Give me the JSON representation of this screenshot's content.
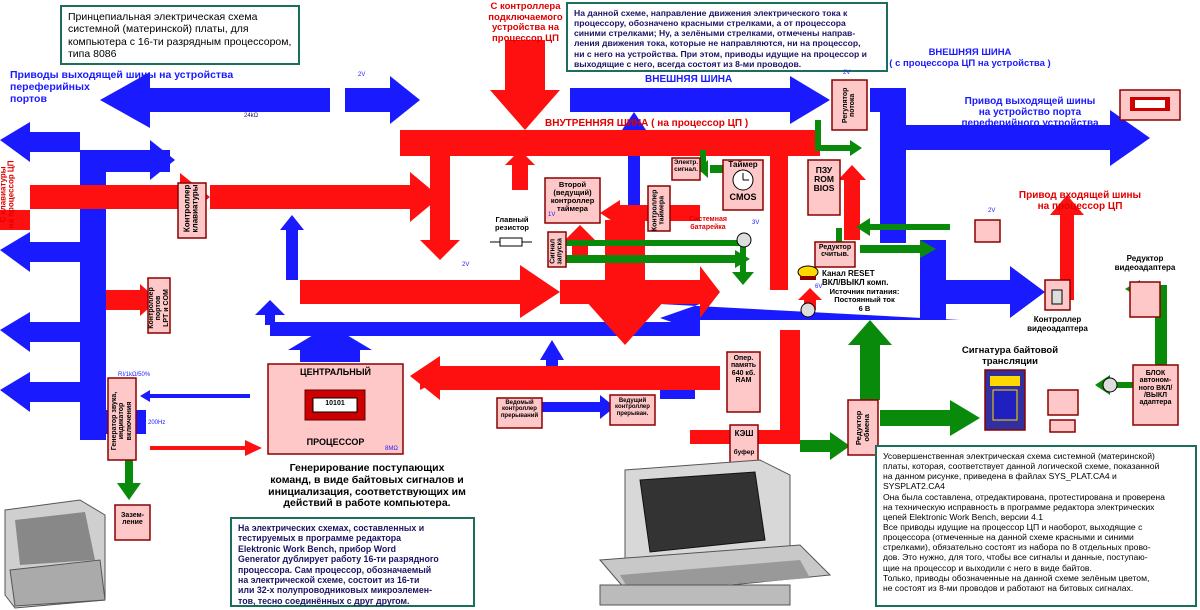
{
  "texts": {
    "title_box": "Принцепиальная электрическая схема\nсистемной (материнской) платы, для\nкомпьютера с 16-ти разрядным процессором,\nтипа 8086",
    "top_note": "На данной схеме, направление движения электрического тока к\nпроцессору, обозначено красными стрелками, а от процессора\nсиними стрелками; Ну, а зелёными стрелками, отмечены направ-\nления движения тока, которые не направляются, ни на процессор,\nни с него на устройства. При этом, приводы идущие на процессор и\nвыходящие с него, всегда состоят из 8-ми проводов.",
    "from_controller": "С контроллера\nподключаемого\nустройства на\nпроцессор ЦП",
    "out_bus_drives": "Приводы выходящей шины на устройства\nпереферийных\nпортов",
    "external_bus": "ВНЕШНЯЯ  ШИНА",
    "external_bus_right": "ВНЕШНЯЯ  ШИНА\n( с процессора ЦП на устройства )",
    "internal_bus": "ВНУТРЕННЯЯ          ШИНА   ( на процессор ЦП )",
    "out_bus_drive_right": "Привод выходящей шины\nна  устройство порта\nпереферийного  устройства",
    "in_bus_drive": "Привод входящей шины\nна процессор ЦП",
    "keyboard_side": "С клавиатуры\nна процессор ЦП",
    "keyboard_ctrl": "Контроллер\nклавиатуры",
    "lpt_ctrl": "Контроллер\nпортов\nLPT и COM",
    "second_timer": "Второй\n(ведущий)\nконтроллер\nтаймера",
    "timer_ctrl": "Контроллер\nтаймера",
    "electro_signal": "Электр.\nсигнал.",
    "timer_cmos": "Таймер",
    "cmos": "CMOS",
    "system_battery": "Системная\nбатарейка",
    "rom": "ПЗУ\nROM\nBIOS",
    "flow_regulator": "Регулятор\nпотока",
    "main_resistor": "Главный\nрезистор",
    "start_signal": "Сигнал\nзапуска",
    "reset_reducer": "Редуктор\nсчитыв.",
    "reset_channel": "Канал RESET\nВКЛ/ВЫКЛ комп.",
    "power_source": "Источник питания:\nПостоянный ток\n6 В",
    "video_reducer": "Редуктор\nвидеоадаптера",
    "video_ctrl": "Контроллер\nвидеоадаптера",
    "cpu_top": "ЦЕНТРАЛЬНЫЙ",
    "cpu_bottom": "ПРОЦЕССОР",
    "ram": "Опер.\nпамять\n640 кб.\nRAM",
    "cache": "КЭШ",
    "buffer": "буфер",
    "exchange_reducer": "Редуктор\nобмена",
    "byte_signature": "Сигнатура байтовой\nтрансляции",
    "power_block": "БЛОК\nавтоном-\nного ВКЛ/\n/ВЫКЛ\nадаптера",
    "slave_irq": "Ведомый\nконтроллер\nпрерываний",
    "master_irq": "Ведущий\nконтроллер\nпрерыван.",
    "sound_gen": "Генератор звука,\nиндикатор\nвключения",
    "ground": "Зазем-\nление",
    "cpu_caption": "Генерирование поступающих\nкоманд, в виде байтовых сигналов и\nинициализация, соответствующих им\nдействий в работе компьютера.",
    "ewb_note": "На электрических схемах, составленных и\nтестируемых в программе редактора\nElektronic Work Bench, прибор Word\nGenerator дублирует работу 16-ти разрядного\nпроцессора. Сам процессор, обозначаемый\nна электрической схеме, состоит из 16-ти\nили 32-х полупроводниковых микроэлемен-\nтов, тесно соединённых с друг другом.",
    "right_note": "Усовершенственная электрическая схема системной (материнской)\nплаты, которая, соответствует данной логической схеме, показанной\nна данном рисунке, приведена в файлах SYS_PLAT.CA4 и\nSYSPLAT2.CA4\nОна была составлена, отредактирована, протестирована и проверена\nна техническую исправность в программе редактора электрических\nцепей Elektronic Work Bench, версии 4.1\nВсе приводы идущие на процессор ЦП и наоборот, выходящие с\nпроцессора (отмеченные на данной схеме красными и синими\nстрелками), обязательно состоят из набора по 8 отдельных прово-\nдов. Это нужно, для того, чтобы все сигналы и данные, поступаю-\nщие на процессор и выходили с него в виде байтов.\nТолько, приводы обозначенные на данной схеме зелёным цветом,\nне состоят из 8-ми проводов и работают на битовых сигналах.",
    "v2_a": "2V",
    "v2_b": "2V",
    "v2_c": "2V",
    "v2_d": "2V",
    "k24": "24kΩ",
    "hz200": "200Hz",
    "ohm8": "8MΩ",
    "ri": "RI/1kΩ/50%",
    "v6": "6V",
    "v3": "3V",
    "v1": "1V",
    "chip": "10101"
  },
  "colors": {
    "blue": "#1a1aff",
    "red": "#ff1010",
    "green": "#0a8a0a",
    "box_fill": "#ffc8c8",
    "box_stroke": "#8b0000",
    "note_border": "#1a6e5c"
  },
  "icons": [
    "computer-terminal-image",
    "keyboard-image",
    "resistor-icon",
    "lamp-icon",
    "meter-icon",
    "clock-icon",
    "chip-icon"
  ]
}
